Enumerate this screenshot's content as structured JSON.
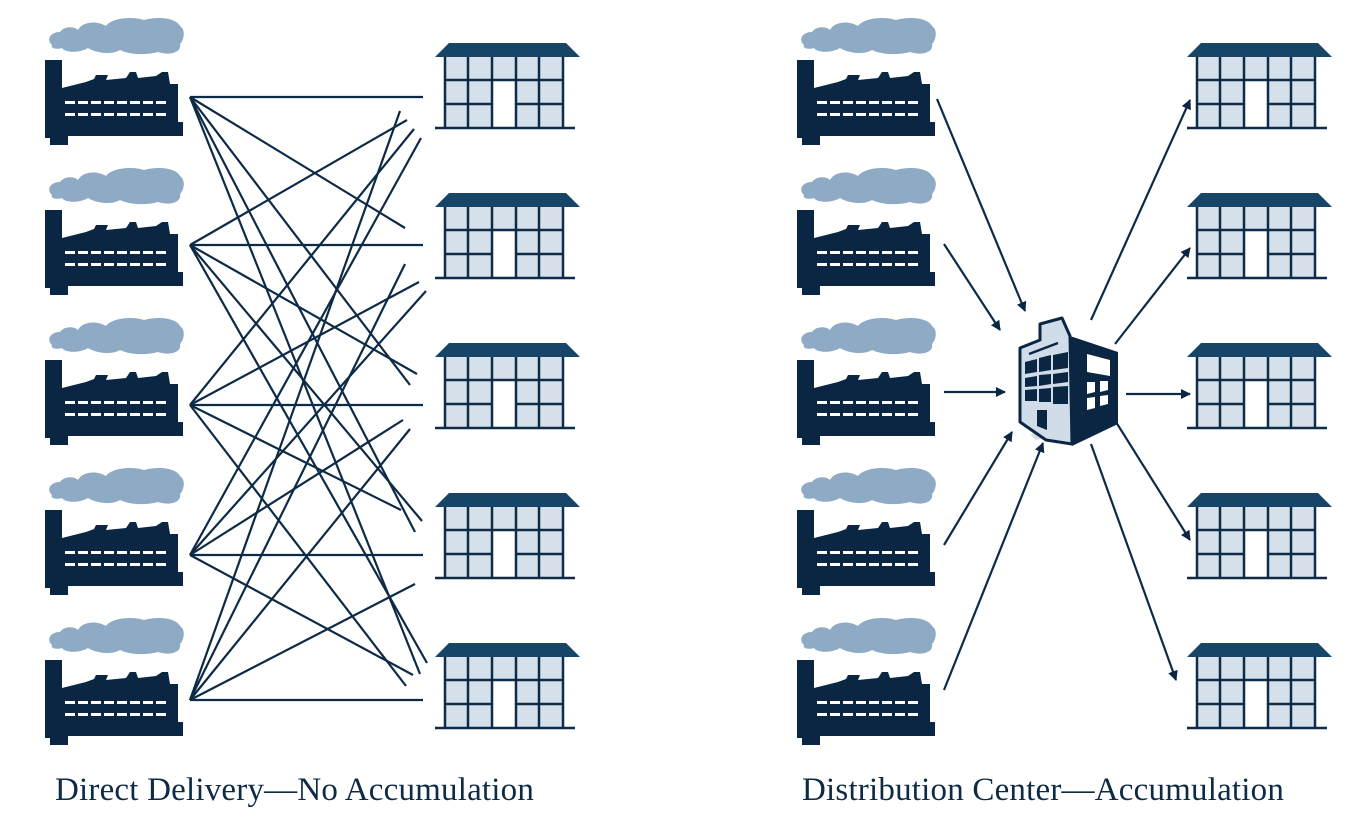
{
  "colors": {
    "factory": "#0a2642",
    "smoke": "#8eaac4",
    "store_roof": "#164568",
    "store_frame": "#0e2b48",
    "store_fill": "#d6e0ea",
    "line": "#0d2a46",
    "dc_dark": "#0a2642",
    "dc_light": "#d0dde8"
  },
  "panels": [
    {
      "id": "direct",
      "caption": "Direct Delivery—No Accumulation",
      "factories": [
        "factory-1",
        "factory-2",
        "factory-3",
        "factory-4",
        "factory-5"
      ],
      "stores": [
        "store-1",
        "store-2",
        "store-3",
        "store-4",
        "store-5"
      ],
      "connection": "every factory ships directly to every store"
    },
    {
      "id": "distribution",
      "caption": "Distribution Center—Accumulation",
      "factories": [
        "factory-1",
        "factory-2",
        "factory-3",
        "factory-4",
        "factory-5"
      ],
      "hub": "distribution-center",
      "stores": [
        "store-1",
        "store-2",
        "store-3",
        "store-4",
        "store-5"
      ],
      "connection": "factories ship to distribution center, which ships to stores"
    }
  ]
}
